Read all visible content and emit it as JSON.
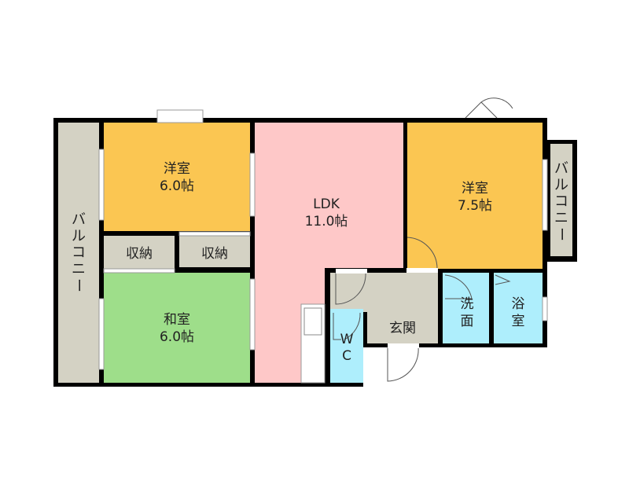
{
  "colors": {
    "western_room": "#fbc652",
    "japanese_room": "#9ede8a",
    "ldk": "#fec8c8",
    "wet_area": "#aeeefc",
    "storage_balcony": "#d4d2c4",
    "wall": "#000000"
  },
  "rooms": {
    "western1": {
      "name": "洋室",
      "size": "6.0帖"
    },
    "western2": {
      "name": "洋室",
      "size": "7.5帖"
    },
    "japanese": {
      "name": "和室",
      "size": "6.0帖"
    },
    "ldk": {
      "name": "LDK",
      "size": "11.0帖"
    },
    "storage1": {
      "name": "収納"
    },
    "storage2": {
      "name": "収納"
    },
    "balcony_left": {
      "chars": [
        "バ",
        "ル",
        "コ",
        "ニ",
        "ー"
      ]
    },
    "balcony_right": {
      "chars": [
        "バ",
        "ル",
        "コ",
        "ニ",
        "ー"
      ]
    },
    "entrance": {
      "name": "玄関"
    },
    "wc": {
      "chars": [
        "W",
        "C"
      ]
    },
    "washroom": {
      "chars": [
        "洗",
        "面"
      ]
    },
    "bathroom": {
      "chars": [
        "浴",
        "室"
      ]
    }
  }
}
